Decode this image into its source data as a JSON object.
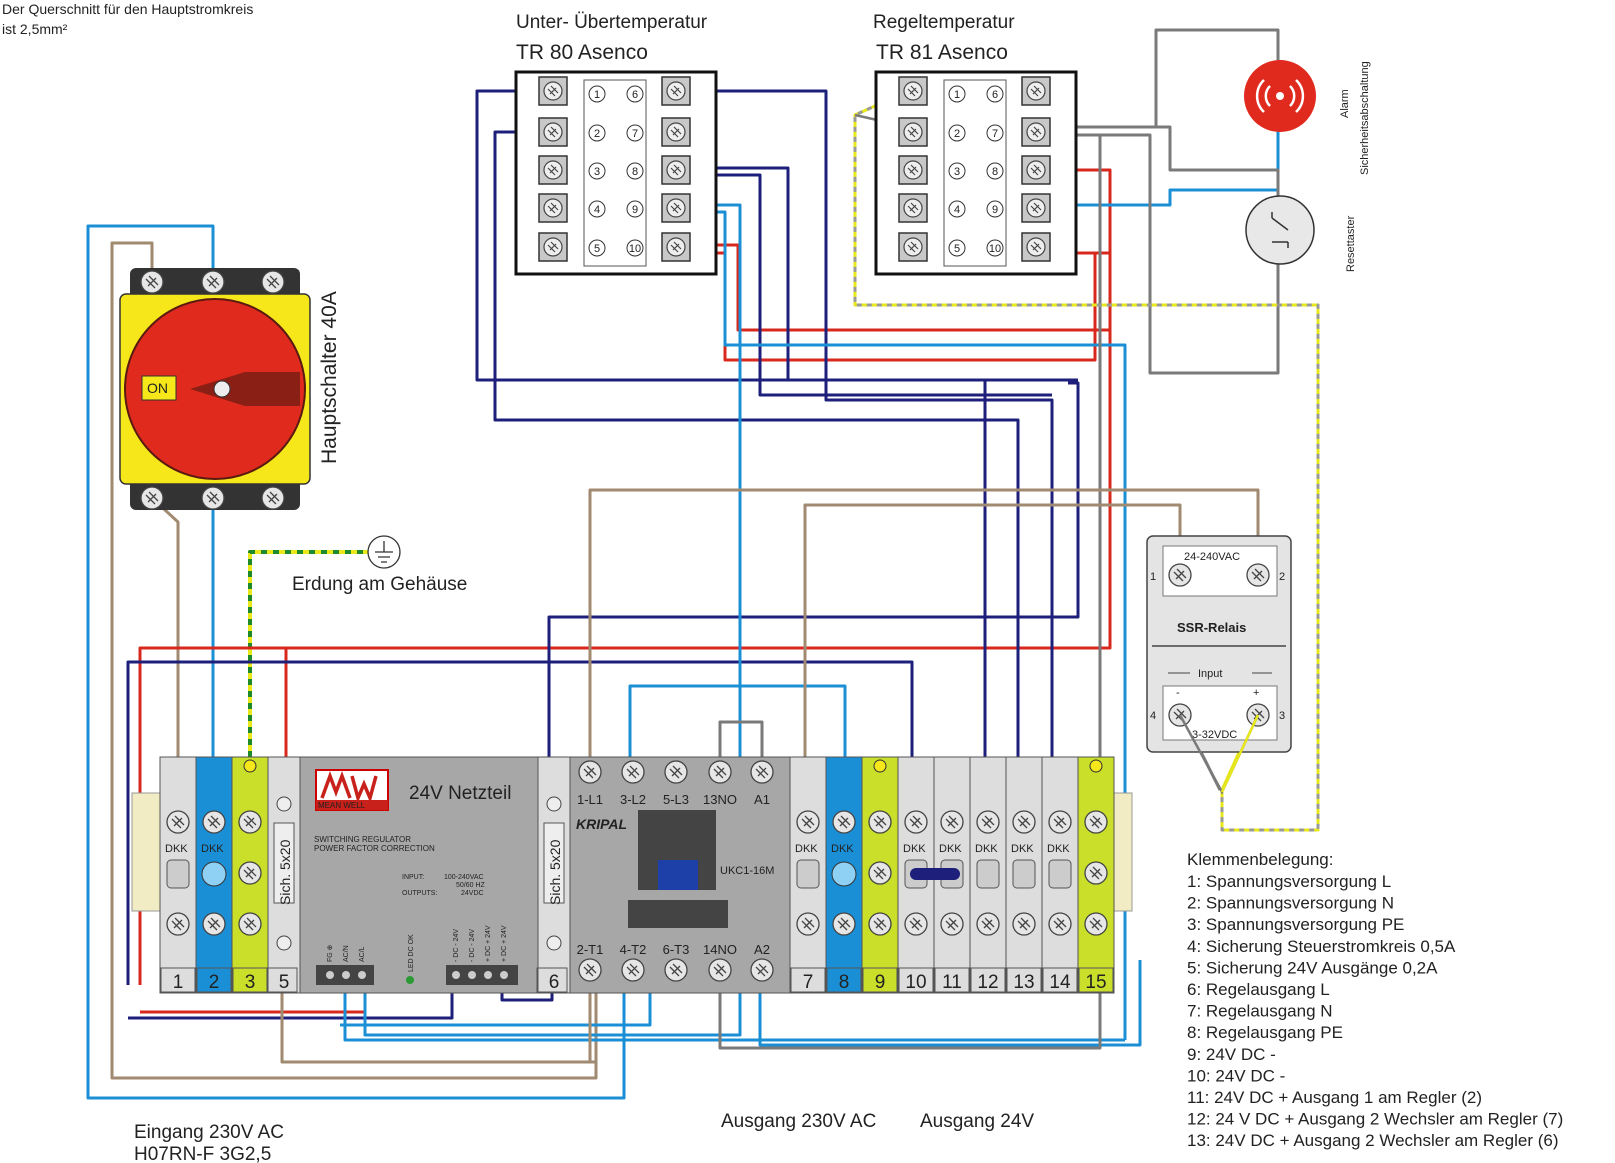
{
  "texts": {
    "cross_section": "Der Querschnitt für den Hauptstromkreis",
    "cross_section_2": "ist 2,5mm²",
    "tr80_title": "Unter- Übertemperatur",
    "tr80_model": "TR 80 Asenco",
    "tr81_title": "Regeltemperatur",
    "tr81_model": "TR 81 Asenco",
    "alarm_1": "Alarm",
    "alarm_2": "Sicherheitsabschaltung",
    "reset": "Resettaster",
    "main_switch": "Hauptschalter 40A",
    "on_label": "ON",
    "earth": "Erdung am Gehäuse",
    "ssr_voltage": "24-240VAC",
    "ssr_title": "SSR-Relais",
    "ssr_input": "Input",
    "ssr_dc": "3-32VDC",
    "ssr_t1": "1",
    "ssr_t2": "2",
    "ssr_t3": "3",
    "ssr_t4": "4",
    "ssr_minus": "-",
    "ssr_plus": "+",
    "psu_title": "24V Netzteil",
    "psu_brand": "MEAN WELL",
    "psu_sw": "SWITCHING REGULATOR",
    "psu_pfc": "POWER FACTOR CORRECTION",
    "psu_input": "INPUT:",
    "psu_input_val": "100-240VAC",
    "psu_freq": "50/60 HZ",
    "psu_outputs": "OUTPUTS:",
    "psu_out_val": "24VDC",
    "psu_led": "LED DC OK",
    "fuse": "Sich. 5x20",
    "contactor_brand": "KRIPAL",
    "contactor_model": "UKC1-16M",
    "input_label": "Eingang 230V AC",
    "input_cable": "H07RN-F 3G2,5",
    "out230": "Ausgang 230V AC",
    "out24": "Ausgang 24V",
    "legend_title": "Klemmenbelegung:"
  },
  "contactor_top": [
    "1-L1",
    "3-L2",
    "5-L3",
    "13NO",
    "A1"
  ],
  "contactor_bottom": [
    "2-T1",
    "4-T2",
    "6-T3",
    "14NO",
    "A2"
  ],
  "psu_terminals": [
    "FG ⊕",
    "AC/N",
    "AC/L",
    "- DC - 24V",
    "- DC - 24V",
    "+ DC + 24V",
    "+ DC + 24V"
  ],
  "regler_left": [
    "1",
    "2",
    "3",
    "4",
    "5"
  ],
  "regler_right": [
    "6",
    "7",
    "8",
    "9",
    "10"
  ],
  "terminal_numbers": [
    "1",
    "2",
    "3",
    "5",
    "6",
    "7",
    "8",
    "9",
    "10",
    "11",
    "12",
    "13",
    "14",
    "15"
  ],
  "dkk_label": "DKK",
  "legend": [
    "1: Spannungsversorgung L",
    "2: Spannungsversorgung N",
    "3: Spannungsversorgung PE",
    "4: Sicherung Steuerstromkreis 0,5A",
    "5: Sicherung 24V Ausgänge 0,2A",
    "6: Regelausgang L",
    "7: Regelausgang N",
    "8: Regelausgang PE",
    "9: 24V DC -",
    "10: 24V DC -",
    "11: 24V DC + Ausgang 1 am Regler (2)",
    "12: 24 V DC + Ausgang 2 Wechsler am Regler (7)",
    "13: 24V DC + Ausgang 2 Wechsler am Regler (6)"
  ],
  "colors": {
    "live": "#d8281e",
    "neutral": "#1b8fd6",
    "earth_yellow": "#e8e81a",
    "earth_green": "#1e8a2a",
    "brown": "#a08a70",
    "navy": "#1d1f7a",
    "grey": "#7a7a7a"
  }
}
